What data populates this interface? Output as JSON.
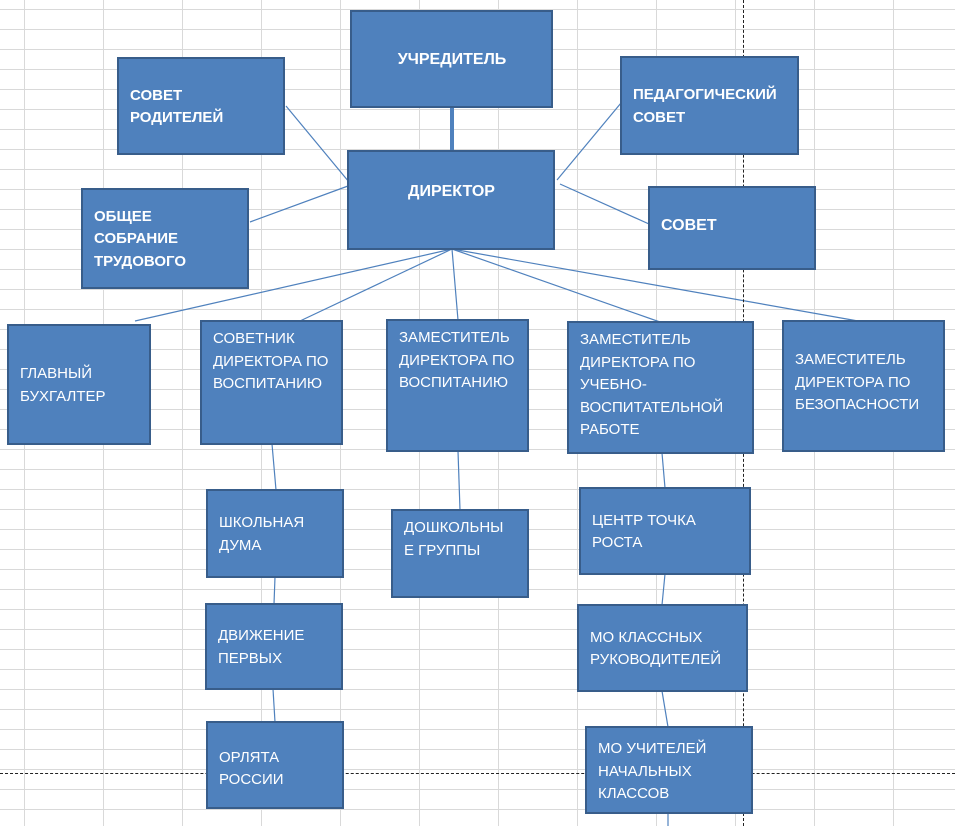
{
  "org_chart": {
    "nodes": [
      {
        "id": "founder",
        "label": "УЧРЕДИТЕЛЬ"
      },
      {
        "id": "parents_council",
        "label": "СОВЕТ РОДИТЕЛЕЙ"
      },
      {
        "id": "pedagogical_council",
        "label": "ПЕДАГОГИЧЕСКИЙ СОВЕТ"
      },
      {
        "id": "director",
        "label": "ДИРЕКТОР"
      },
      {
        "id": "general_meeting",
        "label": "ОБЩЕЕ СОБРАНИЕ ТРУДОВОГО"
      },
      {
        "id": "council",
        "label": "СОВЕТ"
      },
      {
        "id": "chief_accountant",
        "label": "ГЛАВНЫЙ БУХГАЛТЕР"
      },
      {
        "id": "advisor_upbringing",
        "label": "СОВЕТНИК ДИРЕКТОРА ПО ВОСПИТАНИЮ"
      },
      {
        "id": "deputy_upbringing",
        "label": "ЗАМЕСТИТЕЛЬ ДИРЕКТОРА ПО ВОСПИТАНИЮ"
      },
      {
        "id": "deputy_education",
        "label": "ЗАМЕСТИТЕЛЬ ДИРЕКТОРА ПО УЧЕБНО-ВОСПИТАТЕЛЬНОЙ РАБОТЕ"
      },
      {
        "id": "deputy_security",
        "label": "ЗАМЕСТИТЕЛЬ ДИРЕКТОРА ПО БЕЗОПАСНОСТИ"
      },
      {
        "id": "school_duma",
        "label": "ШКОЛЬНАЯ ДУМА"
      },
      {
        "id": "preschool_groups",
        "label": "ДОШКОЛЬНЫ Е ГРУППЫ"
      },
      {
        "id": "growth_point",
        "label": "ЦЕНТР ТОЧКА РОСТА"
      },
      {
        "id": "movement_first",
        "label": "ДВИЖЕНИЕ ПЕРВЫХ"
      },
      {
        "id": "mo_class_teachers",
        "label": "МО КЛАССНЫХ РУКОВОДИТЕЛЕЙ"
      },
      {
        "id": "eaglets",
        "label": "ОРЛЯТА РОССИИ"
      },
      {
        "id": "mo_primary_teachers",
        "label": "МО УЧИТЕЛЕЙ НАЧАЛЬНЫХ КЛАССОВ"
      }
    ],
    "edges": [
      [
        "founder",
        "director"
      ],
      [
        "parents_council",
        "director"
      ],
      [
        "pedagogical_council",
        "director"
      ],
      [
        "general_meeting",
        "director"
      ],
      [
        "council",
        "director"
      ],
      [
        "director",
        "chief_accountant"
      ],
      [
        "director",
        "advisor_upbringing"
      ],
      [
        "director",
        "deputy_upbringing"
      ],
      [
        "director",
        "deputy_education"
      ],
      [
        "director",
        "deputy_security"
      ],
      [
        "advisor_upbringing",
        "school_duma"
      ],
      [
        "school_duma",
        "movement_first"
      ],
      [
        "movement_first",
        "eaglets"
      ],
      [
        "deputy_upbringing",
        "preschool_groups"
      ],
      [
        "deputy_education",
        "growth_point"
      ],
      [
        "growth_point",
        "mo_class_teachers"
      ],
      [
        "mo_class_teachers",
        "mo_primary_teachers"
      ]
    ]
  },
  "colors": {
    "node_fill": "#4f81bd",
    "node_border": "#385d8a",
    "node_text": "#ffffff",
    "connector": "#4f81bd",
    "gridline": "#d9d9d9"
  }
}
